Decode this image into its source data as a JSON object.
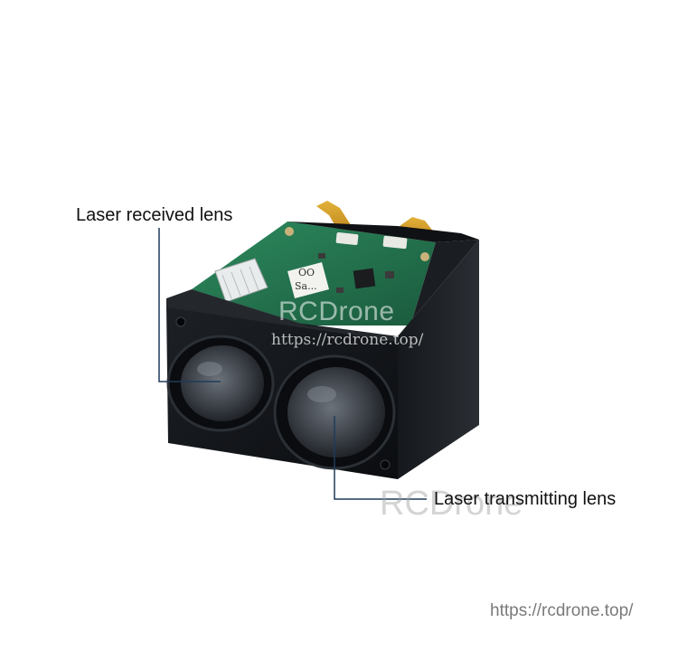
{
  "labels": {
    "received": "Laser received lens",
    "transmitting": "Laser transmitting lens"
  },
  "watermarks": {
    "brand": "RCDrone",
    "url_center": "https://rcdrone.top/",
    "brand_lower": "RCDrone",
    "url_corner": "https://rcdrone.top/"
  },
  "board": {
    "sticker_line1": "OO",
    "sticker_line2": "Sa..."
  },
  "colors": {
    "housing": "#111418",
    "board": "#1f6b4a",
    "ribbon": "#d9a020",
    "callout_line": "#1e3b5c"
  }
}
